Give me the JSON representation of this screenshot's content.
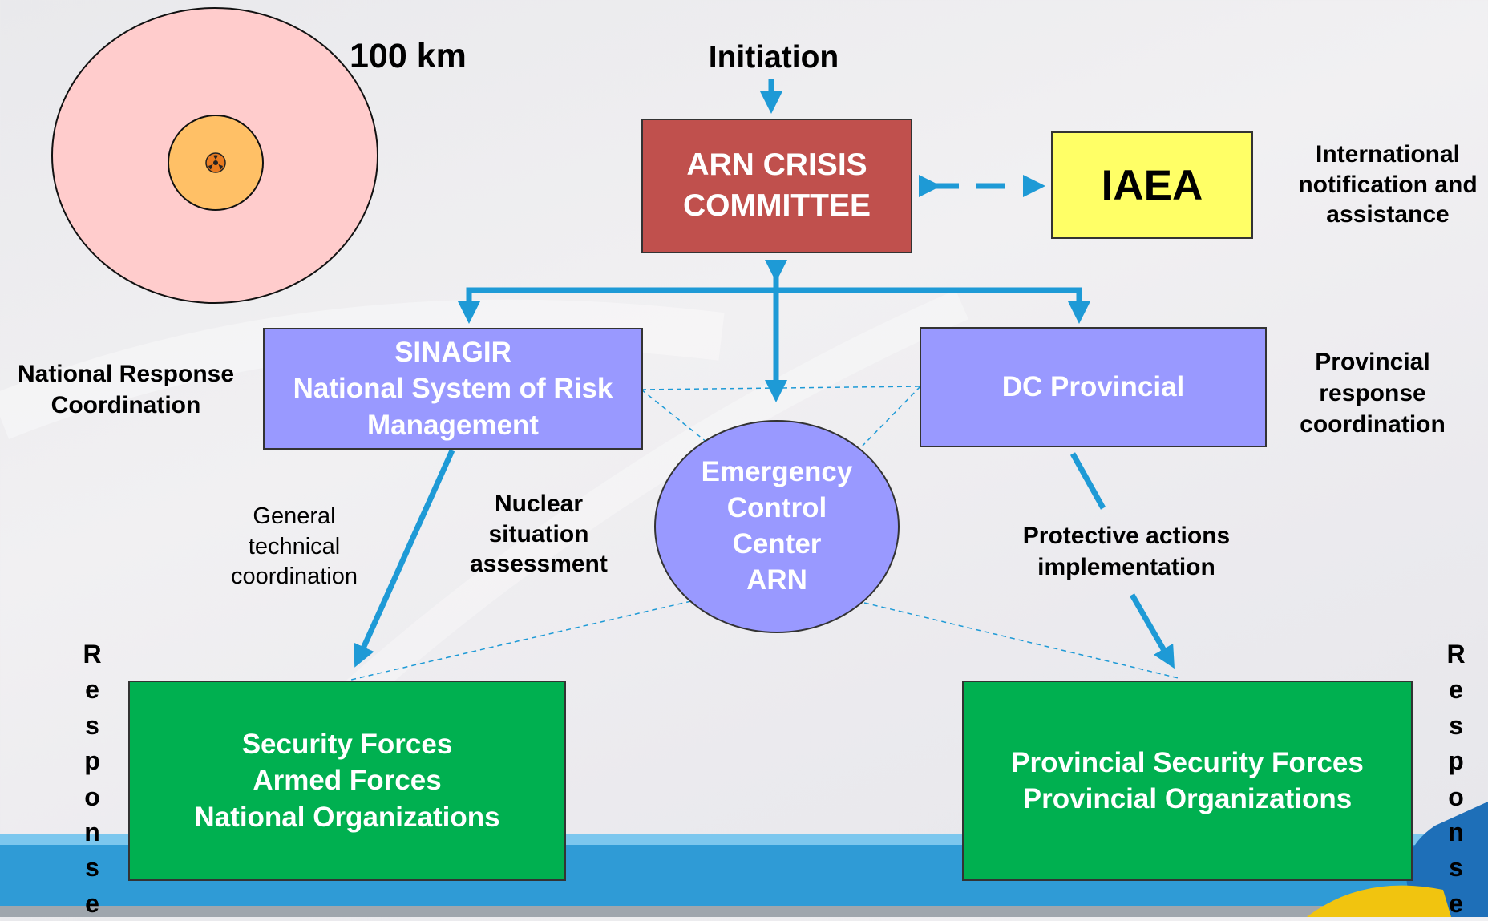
{
  "zone_label": "100 km",
  "initiation": "Initiation",
  "arn_crisis": "ARN CRISIS\nCOMMITTEE",
  "iaea": "IAEA",
  "international_label": "International\nnotification and\nassistance",
  "sinagir": "SINAGIR\nNational System of Risk\nManagement",
  "dc_provincial": "DC Provincial",
  "national_response_label": "National Response\nCoordination",
  "provincial_response_label": "Provincial\nresponse\ncoordination",
  "emergency_center": "Emergency\nControl\nCenter\nARN",
  "general_technical_label": "General\ntechnical\ncoordination",
  "nuclear_situation_label": "Nuclear\nsituation\nassessment",
  "protective_actions_label": "Protective actions\nimplementation",
  "security_forces": "Security Forces\nArmed Forces\nNational Organizations",
  "provincial_security": "Provincial Security Forces\nProvincial Organizations",
  "response_left": "Response",
  "response_right": "Response",
  "colors": {
    "crisis": "#c0504d",
    "iaea": "#ffff66",
    "blue_box": "#9999ff",
    "green_box": "#00b050",
    "arrow": "#1e9ad6",
    "zone_outer": "#ffcccc",
    "zone_inner": "#ffc066"
  },
  "icons": {
    "radiation": "radiation-icon"
  }
}
